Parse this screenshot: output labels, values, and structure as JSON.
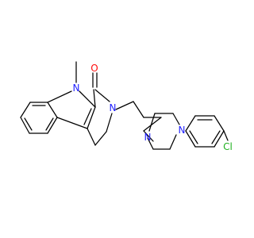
{
  "colors": {
    "background": "#ffffff",
    "bond": "#000000",
    "nitrogen": "#1f1fff",
    "oxygen": "#ff0d0d",
    "chlorine": "#1fb01f"
  },
  "atoms": {
    "oxygen": "O",
    "n_indole": "N",
    "n_lactam": "N",
    "n_piperazine_1": "N",
    "n_piperazine_2": "N",
    "chlorine": "Cl"
  },
  "groups": {
    "methyl": "methyl"
  }
}
